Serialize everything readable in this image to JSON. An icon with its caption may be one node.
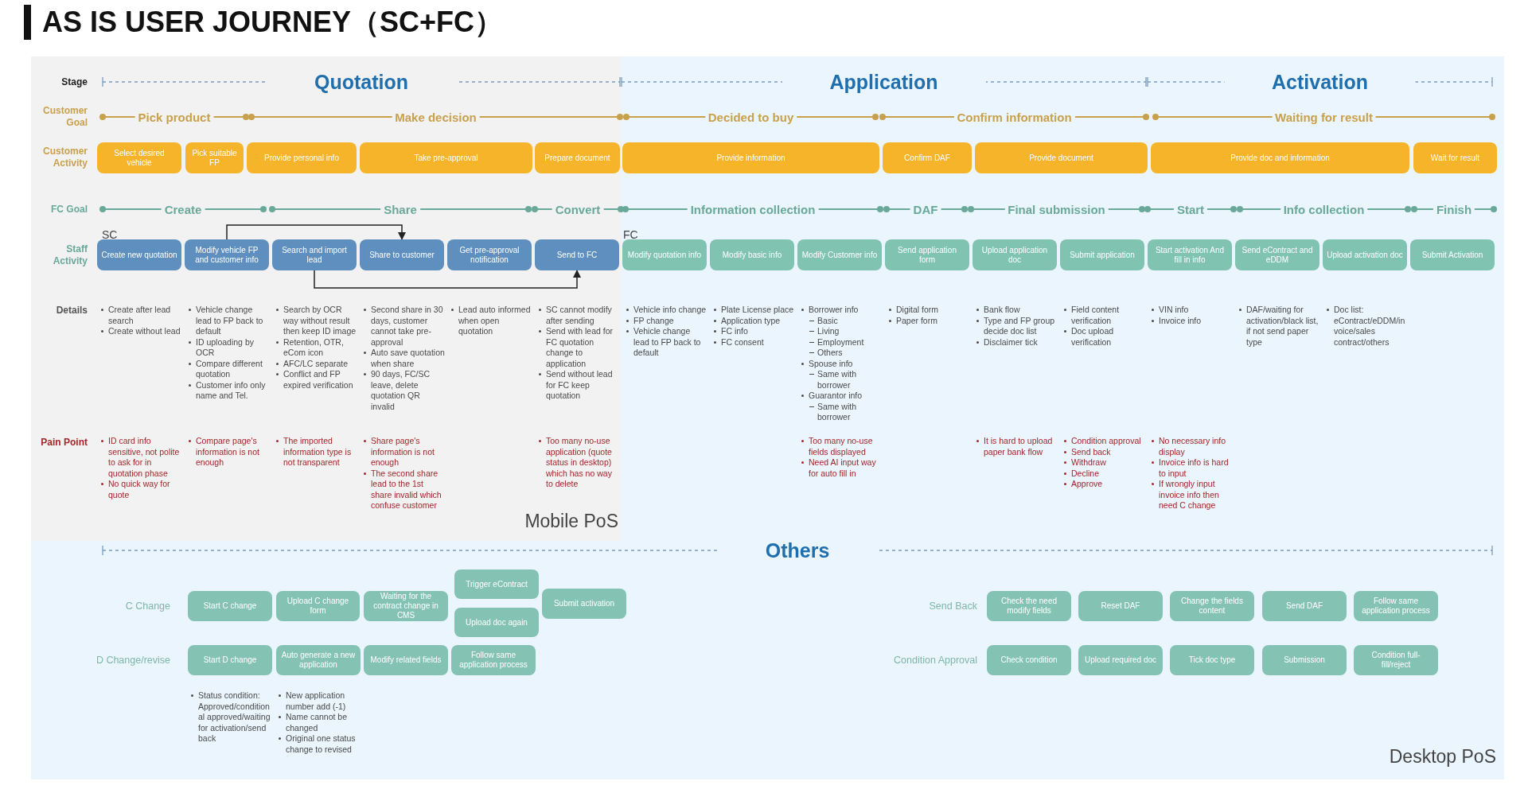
{
  "diagram": {
    "title": "AS IS USER JOURNEY（SC+FC）",
    "nodes": [
      {
        "text": [
          "Select desired vehicle"
        ]
      },
      {
        "text": [
          "Pick suitable FP"
        ]
      },
      {
        "text": [
          "Provide personal info"
        ]
      },
      {
        "text": [
          "Take pre-approval"
        ]
      },
      {
        "text": [
          "Prepare document"
        ]
      },
      {
        "text": [
          "Provide information"
        ]
      },
      {
        "text": [
          "Confirm DAF"
        ]
      },
      {
        "text": [
          "Provide document"
        ]
      },
      {
        "text": [
          "Provide doc and information"
        ]
      },
      {
        "text": [
          "Wait for result"
        ]
      },
      {
        "text": [
          "Create new quotation"
        ]
      },
      {
        "text": [
          "Modify vehicle FP and customer info"
        ]
      },
      {
        "text": [
          "Search and import lead"
        ]
      },
      {
        "text": [
          "Share to customer"
        ]
      },
      {
        "text": [
          "Get pre-approval notification"
        ]
      },
      {
        "text": [
          "Send to FC"
        ]
      },
      {
        "text": [
          "Modify quotation info"
        ]
      },
      {
        "text": [
          "Modify basic info"
        ]
      },
      {
        "text": [
          "Modify Customer info"
        ]
      },
      {
        "text": [
          "Send application form"
        ]
      },
      {
        "text": [
          "Upload application doc"
        ]
      },
      {
        "text": [
          "Submit application"
        ]
      },
      {
        "text": [
          "Start activation And fill in info"
        ]
      },
      {
        "text": [
          "Send eContract and eDDM"
        ]
      },
      {
        "text": [
          "Upload activation doc"
        ]
      },
      {
        "text": [
          "Submit Activation"
        ]
      },
      {
        "text": [
          "Start C change"
        ]
      },
      {
        "text": [
          "Upload C change form"
        ]
      },
      {
        "text": [
          "Waiting for the contract change in CMS"
        ]
      },
      {
        "text": [
          "Trigger eContract"
        ]
      },
      {
        "text": [
          "Upload doc again"
        ]
      },
      {
        "text": [
          "Submit activation"
        ]
      },
      {
        "text": [
          "Start D change"
        ]
      },
      {
        "text": [
          "Auto generate a new application"
        ]
      },
      {
        "text": [
          "Modify related fields"
        ]
      },
      {
        "text": [
          "Follow same application process"
        ]
      },
      {
        "text": [
          "Check the need modify fields"
        ]
      },
      {
        "text": [
          "Reset DAF"
        ]
      },
      {
        "text": [
          "Change the fields content"
        ]
      },
      {
        "text": [
          "Send DAF"
        ]
      },
      {
        "text": [
          "Follow same application process"
        ]
      },
      {
        "text": [
          "Check condition"
        ]
      },
      {
        "text": [
          "Upload required doc"
        ]
      },
      {
        "text": [
          "Tick doc type"
        ]
      },
      {
        "text": [
          "Submission"
        ]
      },
      {
        "text": [
          "Condition full-fill/reject"
        ]
      }
    ],
    "edges": [
      {
        "from": 11,
        "to": 13,
        "arrow": "to"
      },
      {
        "from": 12,
        "to": 15,
        "arrow": "to"
      }
    ],
    "labels": [
      "Stage",
      "Customer Goal",
      "Customer Activity",
      "FC Goal",
      "Staff Activity",
      "Details",
      "Pain Point",
      "Quotation",
      "Application",
      "Activation",
      "Pick product",
      "Make decision",
      "Decided to buy",
      "Confirm information",
      "Waiting for result",
      "Create",
      "Share",
      "Convert",
      "Information collection",
      "DAF",
      "Final submission",
      "Start",
      "Info collection",
      "Finish",
      "SC",
      "FC",
      "Create after lead search",
      "Create without lead",
      "Vehicle change lead to FP back to default",
      "ID uploading by OCR",
      "Compare different quotation",
      "Customer info only name and Tel.",
      "Search by OCR way without result then keep ID image",
      "Retention, OTR, eCom icon",
      "AFC/LC separate",
      "Conflict and FP expired verification",
      "Second share in 30 days, customer cannot take pre-approval",
      "Auto save quotation when share",
      "90 days, FC/SC leave, delete quotation QR invalid",
      "Lead auto informed when open quotation",
      "SC cannot modify after sending",
      "Send with lead for FC quotation change to application",
      "Send without lead for FC keep quotation",
      "Vehicle info change",
      "FP change",
      "Vehicle change lead to FP back to default",
      "Plate License place",
      "Application type",
      "FC info",
      "FC consent",
      "Borrower info",
      "Basic",
      "Living",
      "Employment",
      "Others",
      "Spouse info",
      "Same with borrower",
      "Guarantor info",
      "Same with borrower",
      "Digital form",
      "Paper form",
      "Bank flow",
      "Type and FP group decide doc list",
      "Disclaimer tick",
      "Field content verification",
      "Doc upload verification",
      "VIN info",
      "Invoice info",
      "DAF/waiting for activation/black list, if not send paper type",
      "Doc list: eContract/eDDM/invoice/sales contract/others",
      "ID card info sensitive, not polite to ask for in quotation phase",
      "No quick way for quote",
      "Compare page's information is not enough",
      "The imported information type is not transparent",
      "Share page's information is not enough",
      "The second share lead to the 1st share invalid which confuse customer",
      "Too many no-use application (quote status in desktop) which has no way to delete",
      "Too many no-use fields displayed",
      "Need AI input way for auto fill in",
      "It is hard to upload paper bank flow",
      "Condition approval",
      "Send back",
      "Withdraw",
      "Decline",
      "Approve",
      "No necessary info display",
      "Invoice info is hard to input",
      "If wrongly input invoice info then need C change",
      "Mobile PoS",
      "Others",
      "C Change",
      "D Change/revise",
      "Status condition: Approved/conditional approved/waiting for activation/send back",
      "New application number add (-1)",
      "Name cannot be changed",
      "Original one status change to revised",
      "Send Back",
      "Condition Approval",
      "Desktop PoS"
    ]
  }
}
